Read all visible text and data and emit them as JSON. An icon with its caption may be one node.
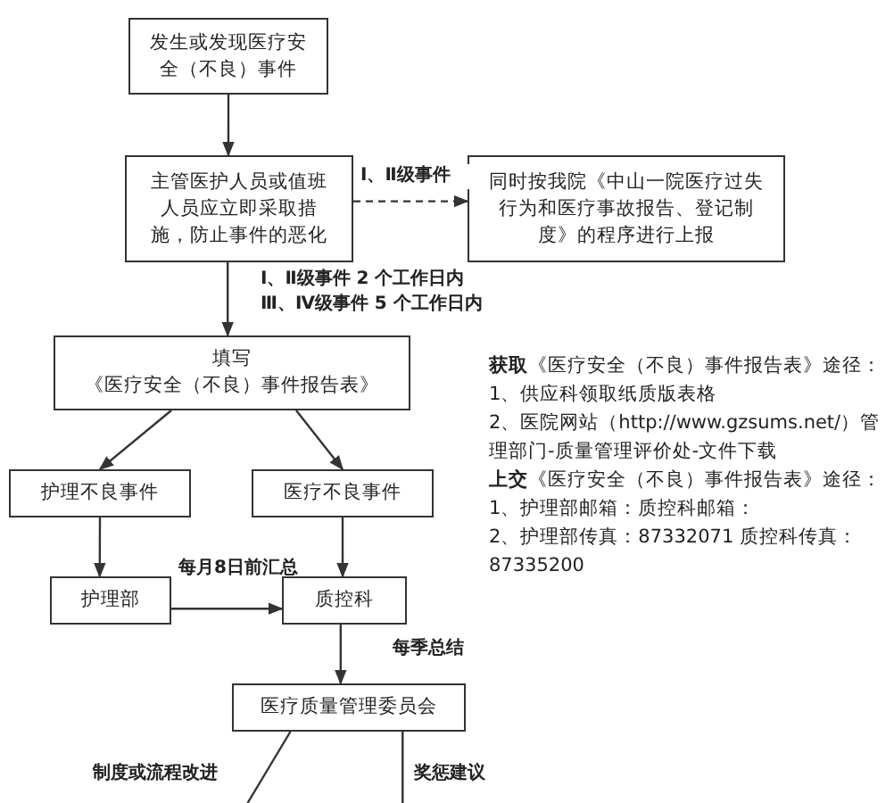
{
  "diagram": {
    "nodes": [
      {
        "text": [
          "发生或发现医疗安全（不良）事件"
        ]
      },
      {
        "text": [
          "主管医护人员或值班人员应立即采取措施，防止事件的恶化"
        ]
      },
      {
        "text": [
          "同时按我院《中山一院医疗过失行为和医疗事故报告、登记制度》的程序进行上报"
        ]
      },
      {
        "text": [
          "填写",
          "《医疗安全（不良）事件报告表》"
        ]
      },
      {
        "text": [
          "护理不良事件"
        ]
      },
      {
        "text": [
          "医疗不良事件"
        ]
      },
      {
        "text": [
          "护理部"
        ]
      },
      {
        "text": [
          "质控科"
        ]
      },
      {
        "text": [
          "医疗质量管理委员会"
        ]
      }
    ],
    "edges": [
      {
        "from": 0,
        "to": 1,
        "arrow": "to"
      },
      {
        "from": 1,
        "to": 2,
        "arrow": "to",
        "label": "Ⅰ、Ⅱ级事件",
        "style": "dashed"
      },
      {
        "from": 1,
        "to": 3,
        "arrow": "to",
        "label": "Ⅰ、Ⅱ级事件 2 个工作日内 Ⅲ、Ⅳ级事件 5 个工作日内"
      },
      {
        "from": 3,
        "to": 4,
        "arrow": "to"
      },
      {
        "from": 3,
        "to": 5,
        "arrow": "to"
      },
      {
        "from": 4,
        "to": 6,
        "arrow": "to"
      },
      {
        "from": 5,
        "to": 7,
        "arrow": "to"
      },
      {
        "from": 6,
        "to": 7,
        "arrow": "to",
        "label": "每月8日前汇总"
      },
      {
        "from": 7,
        "to": 8,
        "arrow": "to",
        "label": "每季总结"
      },
      {
        "from": 8,
        "to": null,
        "arrow": "none",
        "label": "制度或流程改进"
      },
      {
        "from": 8,
        "to": null,
        "arrow": "none",
        "label": "奖惩建议"
      }
    ],
    "labels": [
      "**获取**《医疗安全（不良）事件报告表》途径：",
      "1、供应科领取纸质版表格",
      "2、医院网站（http://www.gzsums.net/）管理部门-质量管理评价处-文件下载",
      "**上交**《医疗安全（不良）事件报告表》途径：",
      "1、护理部邮箱：质控科邮箱：",
      "2、护理部传真：87332071 质控科传真：87335200"
    ]
  }
}
